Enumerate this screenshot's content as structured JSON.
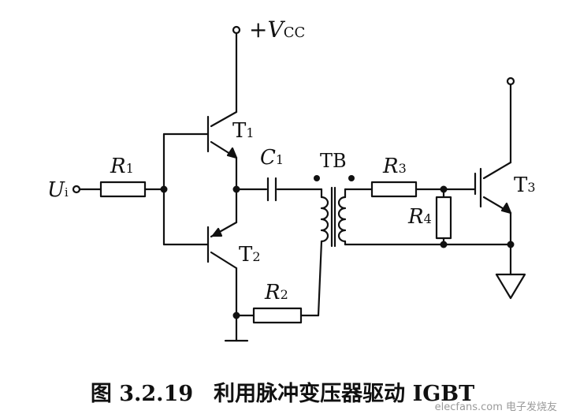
{
  "diagram": {
    "vcc_label": "+V",
    "vcc_sub": "CC",
    "ui_label": "U",
    "ui_sub": "i",
    "r1": "R",
    "r1_sub": "1",
    "r2": "R",
    "r2_sub": "2",
    "r3": "R",
    "r3_sub": "3",
    "r4": "R",
    "r4_sub": "4",
    "c1": "C",
    "c1_sub": "1",
    "tb": "TB",
    "t1": "T",
    "t1_sub": "1",
    "t2": "T",
    "t2_sub": "2",
    "t3": "T",
    "t3_sub": "3"
  },
  "caption": {
    "number": "图 3.2.19",
    "text": "利用脉冲变压器驱动 IGBT"
  },
  "watermark": "elecfans.com 电子发烧友"
}
